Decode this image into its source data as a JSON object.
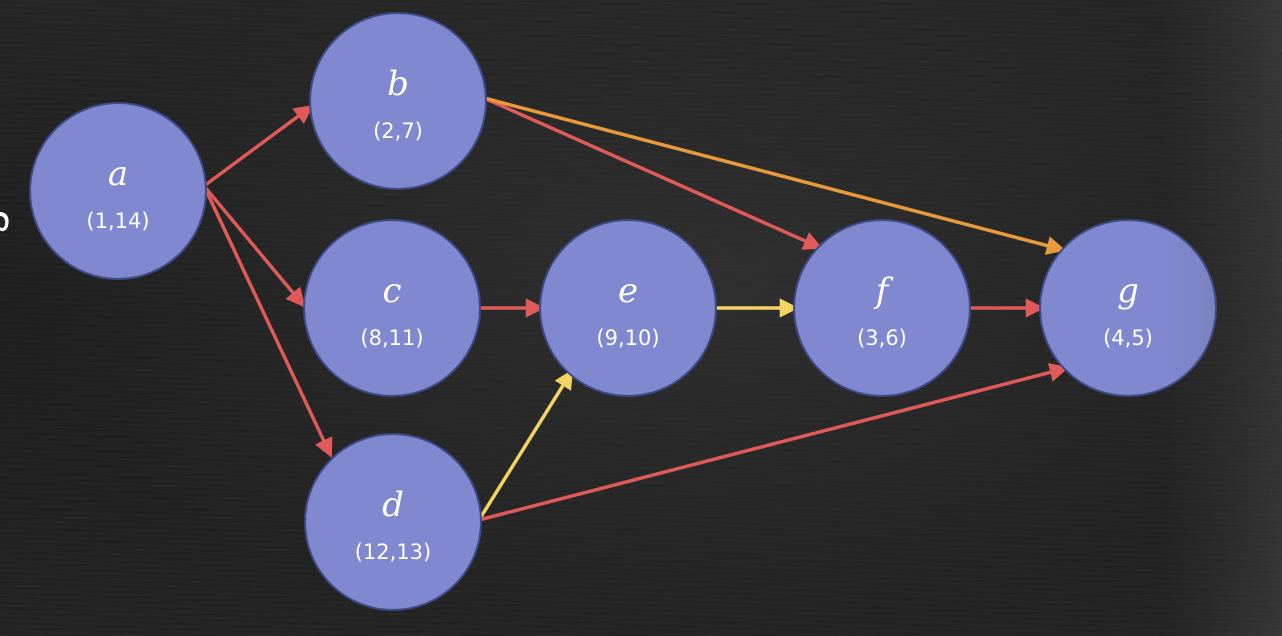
{
  "colors": {
    "node_fill": "#8088d0",
    "red": "#e15a5a",
    "orange": "#e89a3c",
    "yellow": "#f2d462"
  },
  "nodes": [
    {
      "id": "a",
      "name": "a",
      "pair": "(1,14)"
    },
    {
      "id": "b",
      "name": "b",
      "pair": "(2,7)"
    },
    {
      "id": "c",
      "name": "c",
      "pair": "(8,11)"
    },
    {
      "id": "d",
      "name": "d",
      "pair": "(12,13)"
    },
    {
      "id": "e",
      "name": "e",
      "pair": "(9,10)"
    },
    {
      "id": "f",
      "name": "f",
      "pair": "(3,6)"
    },
    {
      "id": "g",
      "name": "g",
      "pair": "(4,5)"
    }
  ],
  "edges": [
    {
      "from": "a",
      "to": "b",
      "color": "red"
    },
    {
      "from": "a",
      "to": "c",
      "color": "red"
    },
    {
      "from": "a",
      "to": "d",
      "color": "red"
    },
    {
      "from": "b",
      "to": "f",
      "color": "red"
    },
    {
      "from": "b",
      "to": "g",
      "color": "orange"
    },
    {
      "from": "c",
      "to": "e",
      "color": "red"
    },
    {
      "from": "e",
      "to": "f",
      "color": "yellow"
    },
    {
      "from": "f",
      "to": "g",
      "color": "red"
    },
    {
      "from": "d",
      "to": "e",
      "color": "yellow"
    },
    {
      "from": "d",
      "to": "g",
      "color": "red"
    }
  ]
}
